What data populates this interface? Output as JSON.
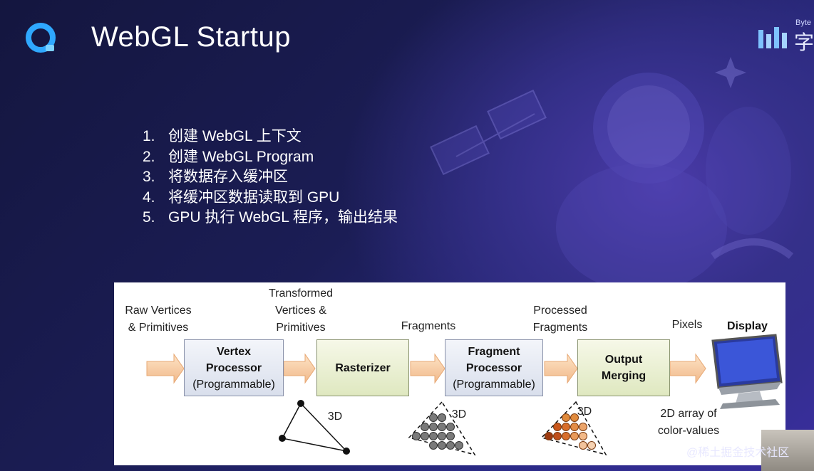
{
  "slide": {
    "title": "WebGL Startup",
    "brand": {
      "top": "Byte",
      "char": "字"
    }
  },
  "steps": [
    {
      "num": "1.",
      "text": "创建 WebGL 上下文"
    },
    {
      "num": "2.",
      "text": "创建 WebGL Program"
    },
    {
      "num": "3.",
      "text": "将数据存入缓冲区"
    },
    {
      "num": "4.",
      "text": "将缓冲区数据读取到 GPU"
    },
    {
      "num": "5.",
      "text": "GPU 执行 WebGL 程序，输出结果"
    }
  ],
  "diagram": {
    "input_label_1": "Raw Vertices",
    "input_label_2": "& Primitives",
    "transformed_1": "Transformed",
    "transformed_2": "Vertices &",
    "transformed_3": "Primitives",
    "fragments": "Fragments",
    "processed_1": "Processed",
    "processed_2": "Fragments",
    "pixels": "Pixels",
    "display": "Display",
    "vertex_processor": {
      "line1": "Vertex",
      "line2": "Processor",
      "line3": "(Programmable)"
    },
    "rasterizer": {
      "line1": "Rasterizer"
    },
    "fragment_processor": {
      "line1": "Fragment",
      "line2": "Processor",
      "line3": "(Programmable)"
    },
    "output_merging": {
      "line1": "Output",
      "line2": "Merging"
    },
    "label_3d_a": "3D",
    "label_3d_b": "3D",
    "label_3d_c": "3D",
    "output_desc_1": "2D array of",
    "output_desc_2": "color-values"
  },
  "watermark": "@稀土掘金技术社区",
  "colors": {
    "accent": "#2fa8ff",
    "arrow": "#f6c89a",
    "fragment_dot": "#d9772f"
  }
}
